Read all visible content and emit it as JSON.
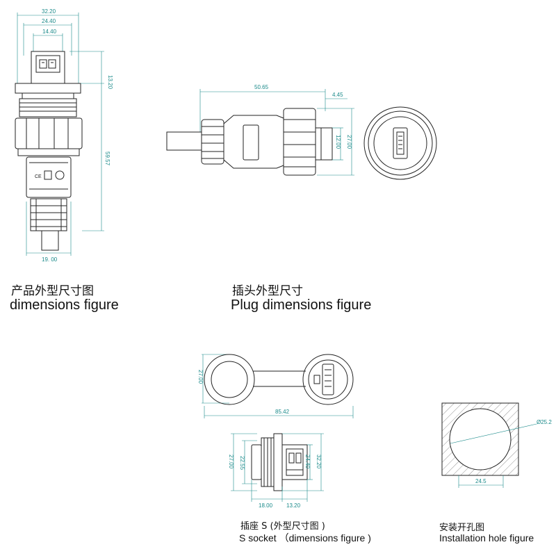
{
  "figures": {
    "product": {
      "caption_zh": "产品外型尺寸图",
      "caption_en": "dimensions figure",
      "dims": {
        "d1": "32.20",
        "d2": "24.40",
        "d3": "14.40",
        "d4": "13.20",
        "d5": "59.57",
        "d6": "19. 00"
      },
      "marks": {
        "ce": "CE"
      }
    },
    "plug": {
      "caption_zh": "插头外型尺寸",
      "caption_en": "Plug dimensions figure",
      "dims": {
        "d1": "50.65",
        "d2": "4.45",
        "d3": "27.00",
        "d4": "12.00"
      }
    },
    "socket": {
      "caption_zh": "插座 S (外型尺寸图 )",
      "caption_en": "S socket （dimensions figure )",
      "dims": {
        "d1": "27.00",
        "d2": "85.42",
        "d3": "27.00",
        "d4": "22.55",
        "d5": "24.40",
        "d6": "32.20",
        "d7": "18.00",
        "d8": "13.20"
      }
    },
    "install": {
      "caption_zh": "安装开孔图",
      "caption_en": "Installation hole figure",
      "dims": {
        "d1": "Ø25.2",
        "d2": "24.5"
      }
    }
  }
}
